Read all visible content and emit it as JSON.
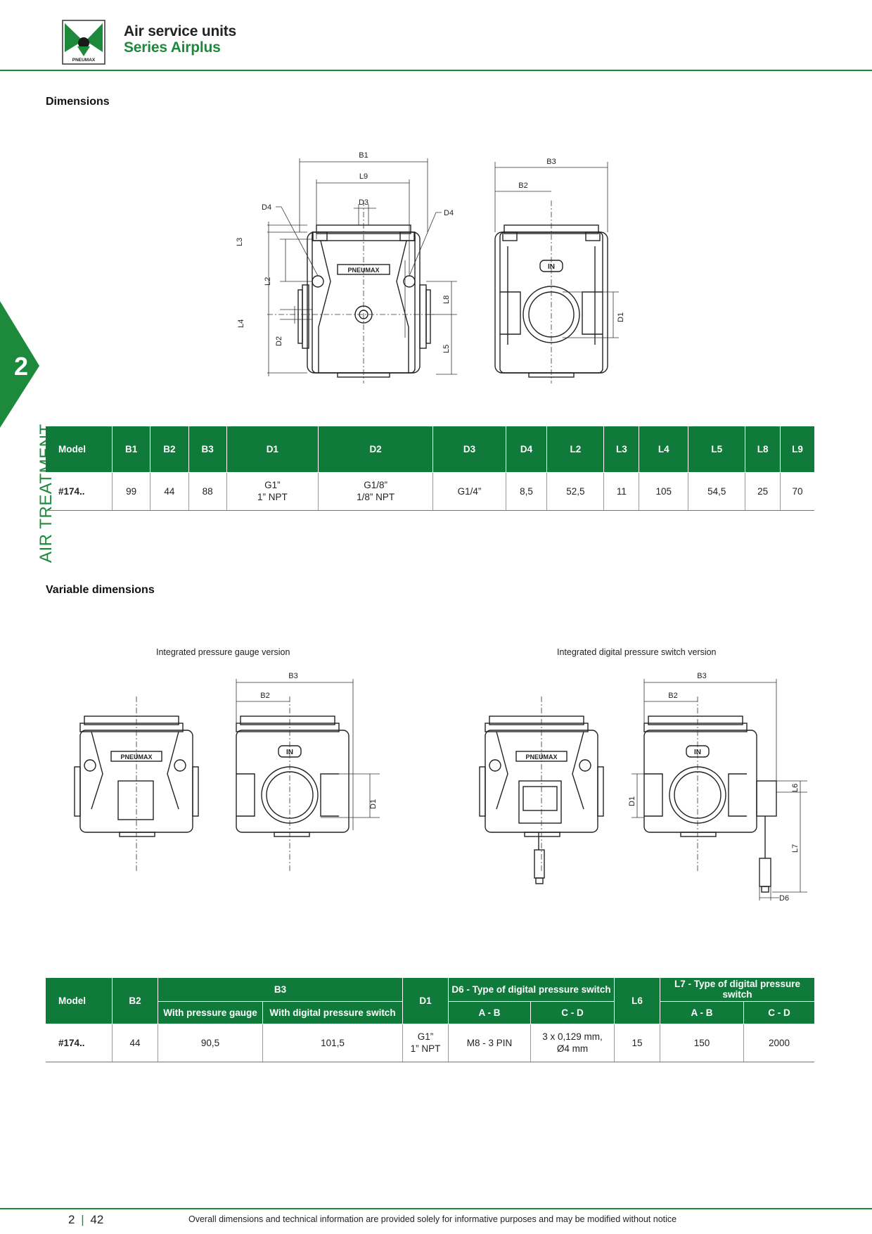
{
  "header": {
    "title": "Air service units",
    "subtitle": "Series Airplus",
    "logo_text": "PNEUMAX"
  },
  "side_tab": {
    "number": "2",
    "label": "AIR TREATMENT"
  },
  "section1": {
    "title": "Dimensions",
    "drawing_labels": {
      "B1": "B1",
      "L9": "L9",
      "D3": "D3",
      "D4": "D4",
      "L3": "L3",
      "L2": "L2",
      "L4": "L4",
      "D2": "D2",
      "L8": "L8",
      "L5": "L5",
      "B3": "B3",
      "B2": "B2",
      "D1": "D1",
      "IN": "IN",
      "brand": "PNEUMAX"
    },
    "table": {
      "headers": [
        "Model",
        "B1",
        "B2",
        "B3",
        "D1",
        "D2",
        "D3",
        "D4",
        "L2",
        "L3",
        "L4",
        "L5",
        "L8",
        "L9"
      ],
      "row": {
        "model": "#174..",
        "B1": "99",
        "B2": "44",
        "B3": "88",
        "D1_a": "G1”",
        "D1_b": "1” NPT",
        "D2_a": "G1/8”",
        "D2_b": "1/8” NPT",
        "D3": "G1/4”",
        "D4": "8,5",
        "L2": "52,5",
        "L3": "11",
        "L4": "105",
        "L5": "54,5",
        "L8": "25",
        "L9": "70"
      }
    }
  },
  "section2": {
    "title": "Variable dimensions",
    "caption_gauge": "Integrated pressure gauge version",
    "caption_switch": "Integrated digital pressure switch version",
    "drawing_labels": {
      "B3": "B3",
      "B2": "B2",
      "D1": "D1",
      "L6": "L6",
      "L7": "L7",
      "D6": "D6",
      "IN": "IN",
      "brand": "PNEUMAX"
    },
    "table": {
      "h_model": "Model",
      "h_b2": "B2",
      "h_b3": "B3",
      "h_b3_gauge": "With pressure gauge",
      "h_b3_switch": "With digital pressure switch",
      "h_d1": "D1",
      "h_d6": "D6 - Type of digital pressure switch",
      "h_d6_ab": "A - B",
      "h_d6_cd": "C - D",
      "h_l6": "L6",
      "h_l7": "L7 - Type of digital pressure switch",
      "h_l7_ab": "A - B",
      "h_l7_cd": "C - D",
      "row": {
        "model": "#174..",
        "b2": "44",
        "b3_gauge": "90,5",
        "b3_switch": "101,5",
        "d1_a": "G1”",
        "d1_b": "1” NPT",
        "d6_ab": "M8 - 3 PIN",
        "d6_cd_a": "3 x 0,129 mm,",
        "d6_cd_b": "Ø4 mm",
        "l6": "15",
        "l7_ab": "150",
        "l7_cd": "2000"
      }
    }
  },
  "footer": {
    "page_section": "2",
    "page_number": "42",
    "note": "Overall dimensions and technical information are provided solely for informative purposes and may be modified without notice"
  },
  "colors": {
    "brand_green": "#1d8a3b",
    "table_header": "#0f7a3a"
  }
}
